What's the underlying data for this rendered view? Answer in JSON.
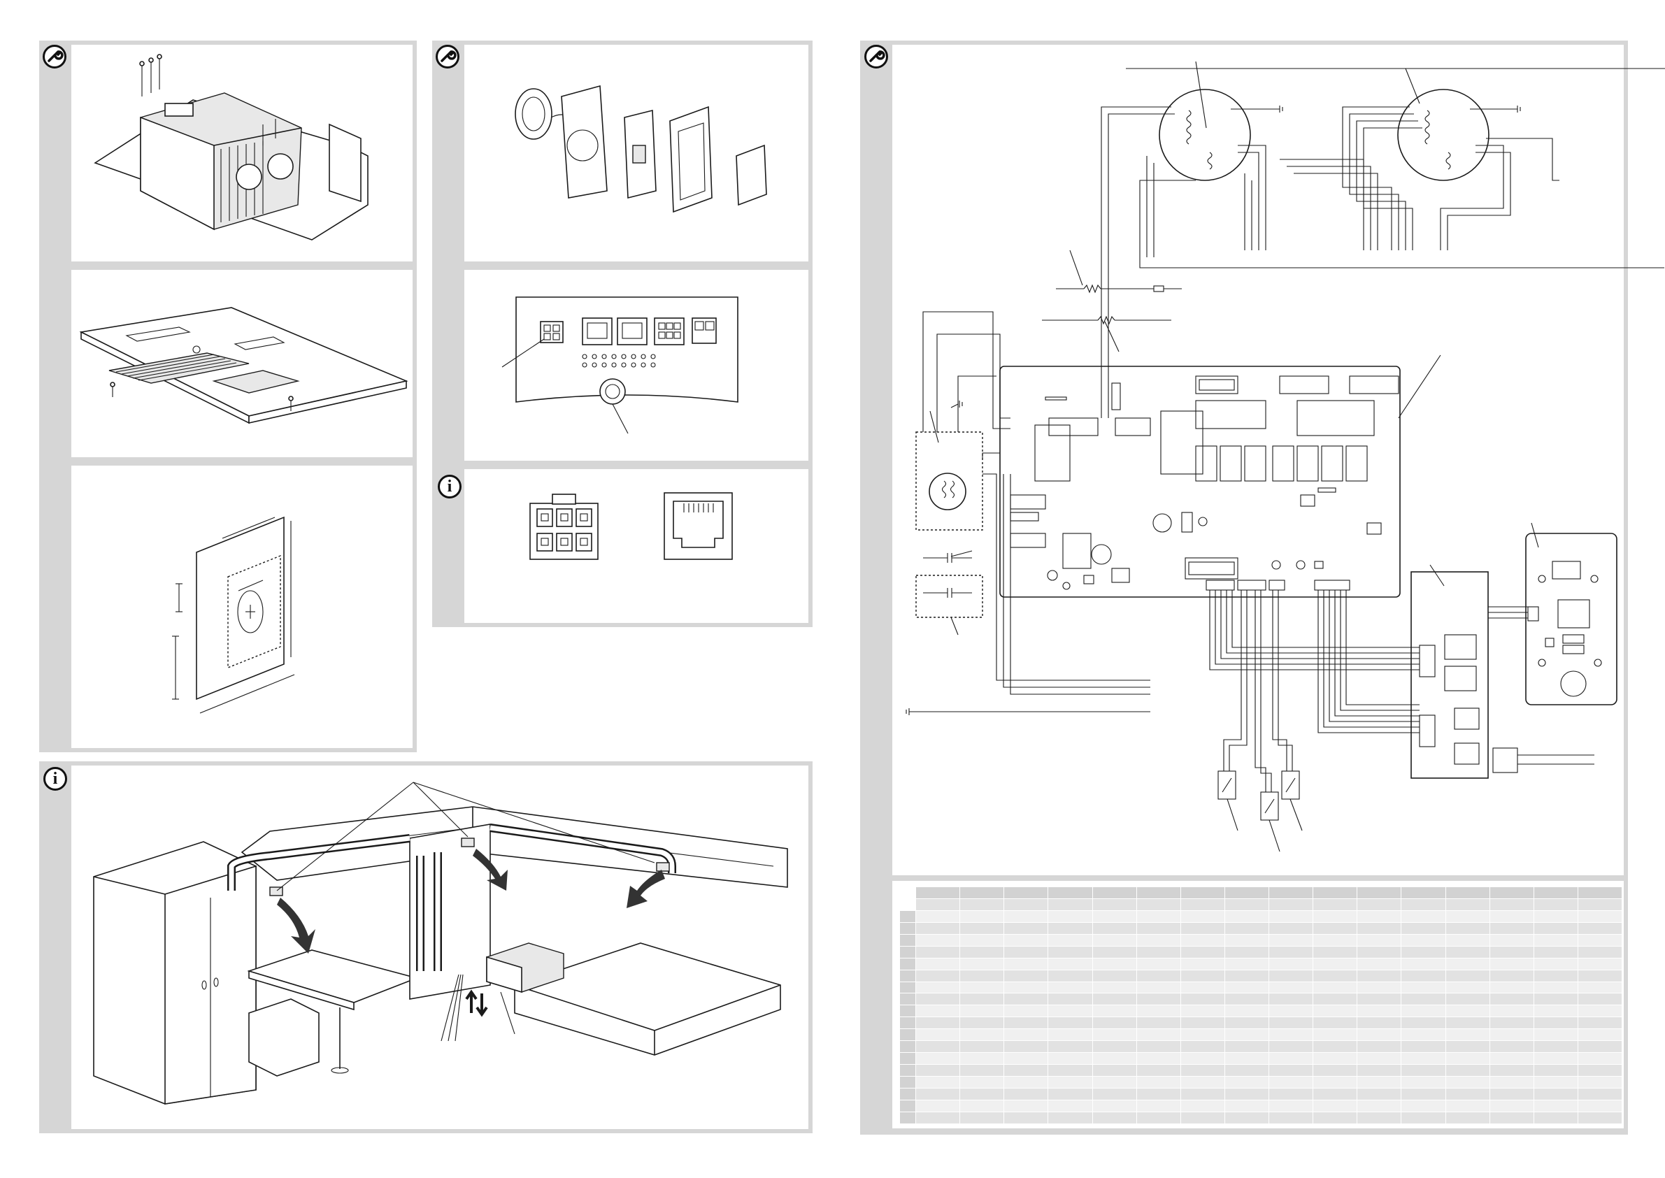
{
  "colors": {
    "panel_border": "#d6d6d6",
    "panel_fill": "#ffffff",
    "line": "#1a1a1a",
    "table_header": "#d2d2d2",
    "table_row_light": "#f0f0f0",
    "table_row_dark": "#e2e2e2"
  },
  "badges": {
    "wrench": "wrench-icon",
    "info": "i"
  },
  "panels": [
    {
      "id": "unit-mounting",
      "badge": "wrench"
    },
    {
      "id": "ceiling-grille",
      "badge": "none"
    },
    {
      "id": "wall-cutout-dimensions",
      "badge": "none"
    },
    {
      "id": "control-panel-exploded",
      "badge": "wrench"
    },
    {
      "id": "controller-ports",
      "badge": "none"
    },
    {
      "id": "connector-types",
      "badge": "info"
    },
    {
      "id": "wiring-diagram",
      "badge": "wrench"
    },
    {
      "id": "wiring-legend-table",
      "badge": "none"
    },
    {
      "id": "vehicle-installation",
      "badge": "info"
    }
  ],
  "legend_table": {
    "columns": 17,
    "rows": 20
  }
}
